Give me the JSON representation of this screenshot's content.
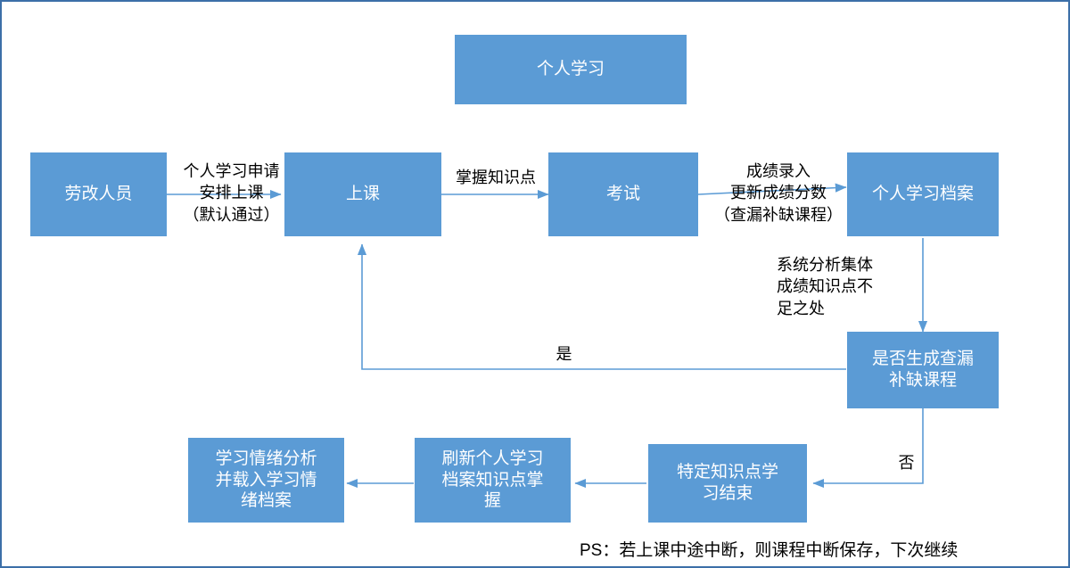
{
  "diagram": {
    "title_node": "个人学习",
    "colors": {
      "node_fill": "#5b9bd5",
      "node_text": "#ffffff",
      "arrow": "#5b9bd5",
      "border": "#3c6fa8",
      "label_text": "#000000"
    },
    "nodes": [
      {
        "id": "personal-study",
        "label": "个人学习"
      },
      {
        "id": "reform-personnel",
        "label": "劳改人员"
      },
      {
        "id": "attend-class",
        "label": "上课"
      },
      {
        "id": "exam",
        "label": "考试"
      },
      {
        "id": "personal-study-archive",
        "label": "个人学习档案"
      },
      {
        "id": "generate-gap-course",
        "label": "是否生成查漏\n补缺课程"
      },
      {
        "id": "specific-knowledge-end",
        "label": "特定知识点学\n习结束"
      },
      {
        "id": "refresh-archive",
        "label": "刷新个人学习\n档案知识点掌\n握"
      },
      {
        "id": "emotion-analysis",
        "label": "学习情绪分析\n并载入学习情\n绪档案"
      }
    ],
    "edge_labels": [
      {
        "id": "apply-arrange",
        "text": "个人学习申请\n安排上课\n（默认通过）"
      },
      {
        "id": "master-knowledge",
        "text": "掌握知识点"
      },
      {
        "id": "score-entry",
        "text": "成绩录入\n更新成绩分数\n（查漏补缺课程）"
      },
      {
        "id": "system-analysis",
        "text": "系统分析集体\n成绩知识点不\n足之处"
      },
      {
        "id": "yes",
        "text": "是"
      },
      {
        "id": "no",
        "text": "否"
      }
    ],
    "footnote": "PS：若上课中途中断，则课程中断保存，下次继续"
  }
}
